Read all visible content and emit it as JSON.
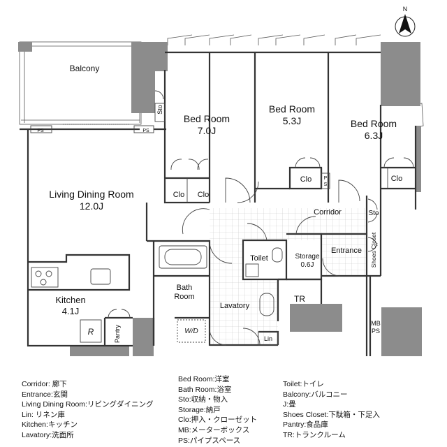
{
  "compass": {
    "north": "N"
  },
  "rooms": {
    "balcony": "Balcony",
    "bed1_name": "Bed Room",
    "bed1_size": "7.0J",
    "bed2_name": "Bed Room",
    "bed2_size": "5.3J",
    "bed3_name": "Bed Room",
    "bed3_size": "6.3J",
    "ldk_name": "Living Dining Room",
    "ldk_size": "12.0J",
    "kitchen_name": "Kitchen",
    "kitchen_size": "4.1J",
    "corridor": "Corridor",
    "toilet": "Toilet",
    "storage_name": "Storage",
    "storage_size": "0.6J",
    "entrance": "Entrance",
    "shoes_closet": "Shoes Closet",
    "bath_1": "Bath",
    "bath_2": "Room",
    "lavatory": "Lavatory",
    "tr": "TR",
    "mb": "MB",
    "ps": "PS",
    "wd": "W/D",
    "lin": "Lin",
    "pantry": "Pantry",
    "fridge": "R",
    "clo": "Clo",
    "sto": "Sto",
    "ps_small": "PS",
    "ps_p": "P",
    "ps_s": "S"
  },
  "legend": {
    "col1": [
      "Corridor: 廊下",
      "Entrance:玄関",
      "Living Dining Room:リビングダイニング",
      "Lin: リネン庫",
      "Kitchen:キッチン",
      "Lavatory:洗面所"
    ],
    "col2": [
      "Bed Room:洋室",
      "Bath Room:浴室",
      "Sto:収納・物入",
      "Storage:納戸",
      "Clo:押入・クローゼット",
      "MB:メーターボックス",
      "PS:パイプスペース"
    ],
    "col3": [
      "Toilet:トイレ",
      "Balcony:バルコニー",
      "J:畳",
      "Shoes Closet:下駄箱・下足入",
      "Pantry:食品庫",
      "TR:トランクルーム"
    ]
  }
}
